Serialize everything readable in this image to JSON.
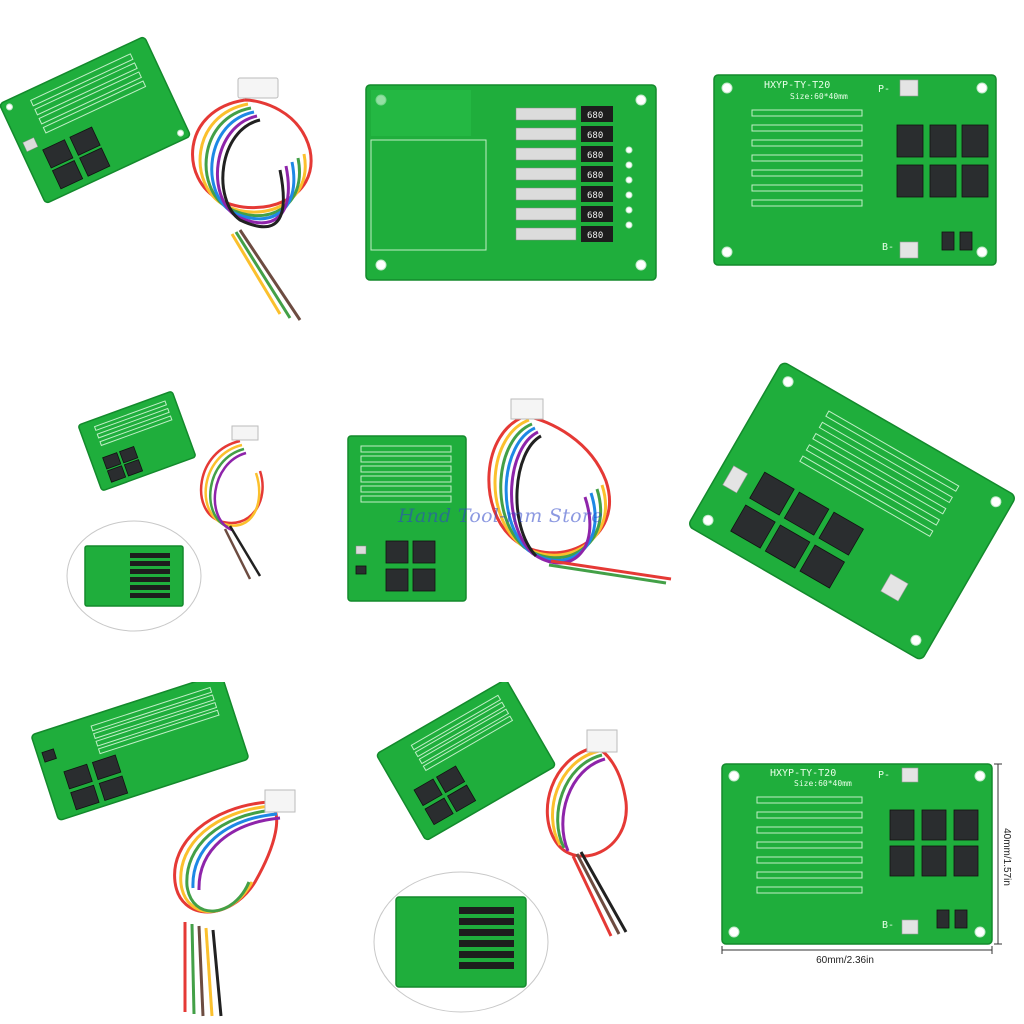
{
  "images": [
    {
      "label": "bms-board-with-cable-1"
    },
    {
      "label": "bms-board-back"
    },
    {
      "label": "bms-board-front"
    },
    {
      "label": "bms-board-cable-and-back"
    },
    {
      "label": "bms-board-vertical-with-cable"
    },
    {
      "label": "bms-board-angled"
    },
    {
      "label": "bms-board-with-cable-2"
    },
    {
      "label": "bms-board-cable-and-back-2"
    },
    {
      "label": "bms-board-dimensions"
    }
  ],
  "board": {
    "model": "HXYP-TY-T20",
    "size": "Size:60*40mm",
    "resistor_code": "680",
    "pad_p": "P-",
    "pad_b": "B-"
  },
  "watermark": "Hand Tool-mm Store",
  "dimensions": {
    "width": "60mm/2.36in",
    "height": "40mm/1.57in"
  },
  "colors": {
    "pcb": "#1fae3c",
    "watermark": "#2d46c8"
  }
}
